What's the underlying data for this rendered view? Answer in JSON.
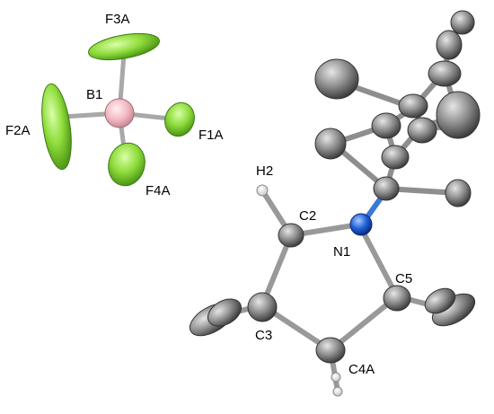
{
  "labels": {
    "F3A": "F3A",
    "F2A": "F2A",
    "B1": "B1",
    "F1A": "F1A",
    "F4A": "F4A",
    "H2": "H2",
    "C2": "C2",
    "N1": "N1",
    "C5": "C5",
    "C3": "C3",
    "C4A": "C4A"
  },
  "colors": {
    "fluorine": "#8fdc3c",
    "boron": "#f2b8c2",
    "carbon": "#8a8a8a",
    "nitrogen": "#1f5fd6",
    "hydrogen": "#ffffff",
    "bond": "#999999"
  }
}
